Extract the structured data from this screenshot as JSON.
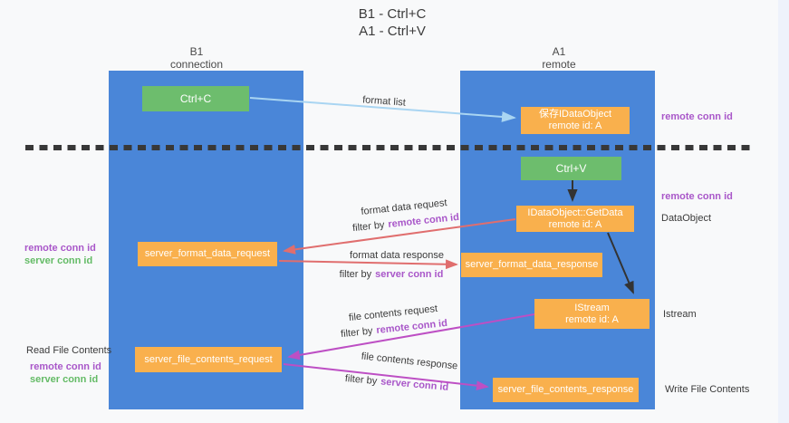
{
  "title": {
    "line1": "B1 - Ctrl+C",
    "line2": "A1 - Ctrl+V"
  },
  "columns": {
    "left": {
      "name": "B1",
      "subtitle": "connection"
    },
    "right": {
      "name": "A1",
      "subtitle": "remote"
    }
  },
  "nodes": {
    "ctrl_c": {
      "label": "Ctrl+C"
    },
    "ctrl_v": {
      "label": "Ctrl+V"
    },
    "save_idataobject": {
      "line1": "保存IDataObject",
      "line2": "remote id: A"
    },
    "getdata": {
      "line1": "IDataObject::GetData",
      "line2": "remote id: A"
    },
    "istream": {
      "line1": "IStream",
      "line2": "remote id: A"
    },
    "server_format_data_request": {
      "label": "server_format_data_request"
    },
    "server_format_data_response": {
      "label": "server_format_data_response"
    },
    "server_file_contents_request": {
      "label": "server_file_contents_request"
    },
    "server_file_contents_response": {
      "label": "server_file_contents_response"
    }
  },
  "edge_labels": {
    "format_list": "format list",
    "format_data_request": "format data request",
    "format_data_response": "format data response",
    "file_contents_request": "file contents request",
    "file_contents_response": "file contents response",
    "filter_by": "filter by",
    "remote_conn_id": "remote conn id",
    "server_conn_id": "server conn id"
  },
  "side_labels": {
    "remote_conn_id": "remote conn id",
    "server_conn_id": "server conn id",
    "dataobject": "DataObject",
    "istream": "Istream",
    "read_file_contents": "Read File Contents",
    "write_file_contents": "Write File Contents"
  },
  "colors": {
    "background": "#f8f9fa",
    "lane_blue": "#4a86d8",
    "node_green": "#6dbd6d",
    "node_orange": "#f9b04d",
    "arrow_red": "#e06e6e",
    "arrow_magenta": "#bd4fc4",
    "arrow_light_blue": "#a9d5f2",
    "arrow_black": "#333333",
    "text_purple": "#a957c9",
    "text_green": "#64bb66",
    "dashed_line": "#383838"
  }
}
